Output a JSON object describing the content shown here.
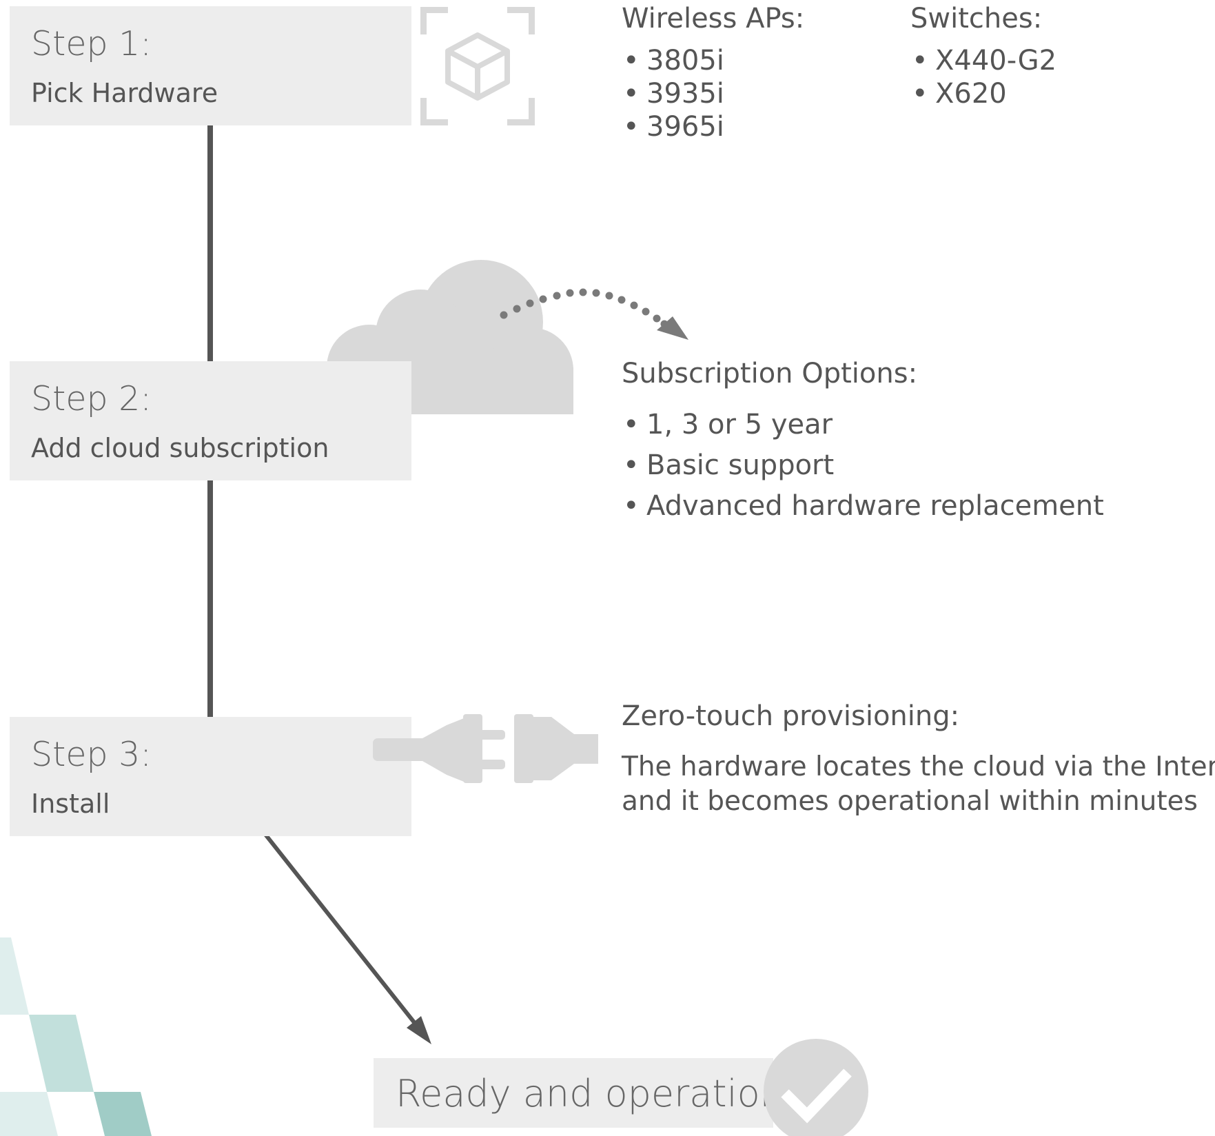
{
  "steps": [
    {
      "number": "Step 1:",
      "title": "Pick Hardware"
    },
    {
      "number": "Step 2:",
      "title": "Add cloud subscription"
    },
    {
      "number": "Step 3:",
      "title": "Install"
    }
  ],
  "hardware": {
    "wireless_heading": "Wireless APs:",
    "wireless_items": [
      "3805i",
      "3935i",
      "3965i"
    ],
    "switches_heading": "Switches:",
    "switches_items": [
      "X440-G2",
      "X620"
    ]
  },
  "subscription": {
    "heading": "Subscription Options:",
    "items": [
      "1, 3 or 5 year",
      "Basic support",
      "Advanced hardware replacement"
    ]
  },
  "provisioning": {
    "heading": "Zero-touch provisioning:",
    "lines": [
      "The hardware locates the cloud via the Internet",
      "and it becomes operational within minutes"
    ]
  },
  "ready": {
    "label": "Ready and operational"
  },
  "icons": [
    "box-icon",
    "cloud-icon",
    "plug-icon",
    "checkmark-icon"
  ],
  "colors": {
    "step_box": "#ededed",
    "connector": "#555555",
    "icon_gray": "#d9d9d9",
    "mosaic_teal": "#a0ccc6"
  }
}
